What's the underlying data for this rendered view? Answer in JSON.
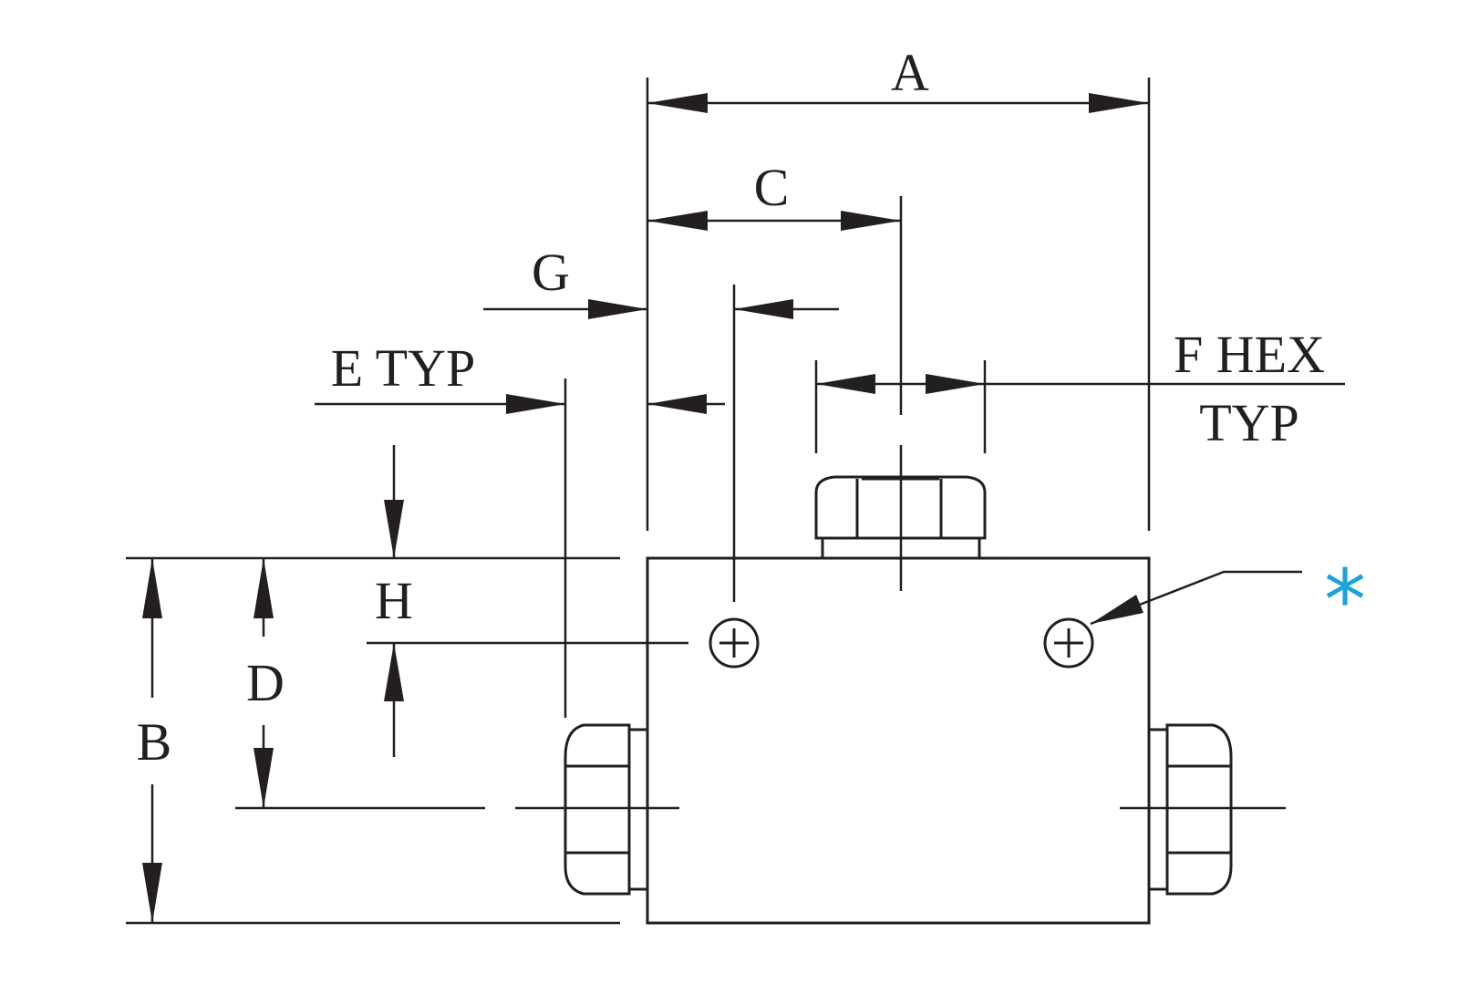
{
  "labels": {
    "A": "A",
    "B": "B",
    "C": "C",
    "D": "D",
    "E": "E TYP",
    "F_line1": "F HEX",
    "F_line2": "TYP",
    "G": "G",
    "H": "H",
    "asterisk": "*"
  },
  "colors": {
    "line": "#231f20",
    "asterisk": "#1ba3dd"
  }
}
